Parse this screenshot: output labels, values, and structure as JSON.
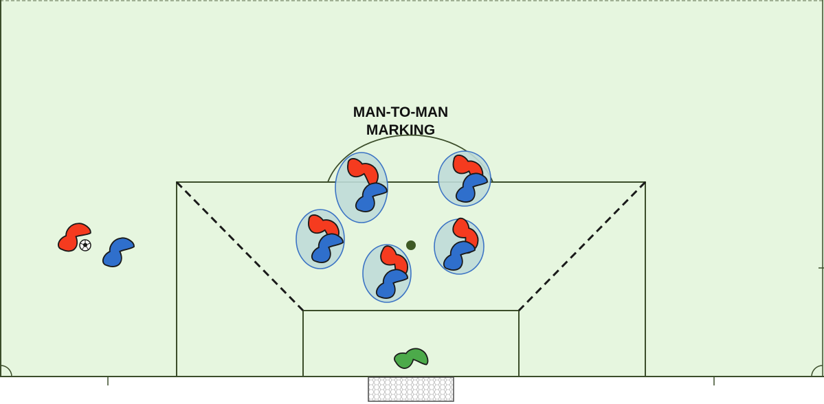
{
  "diagram": {
    "label_line1": "MAN-TO-MAN",
    "label_line2": "MARKING"
  },
  "colors": {
    "pitch": "#e6f6df",
    "lines": "#3b4d2a",
    "attacker": "#f53b1f",
    "defender": "#2f6fcc",
    "goalkeeper": "#4caa4a",
    "marking_zone": "#bfdbd8",
    "marking_zone_stroke": "#3b73c4",
    "penalty_spot": "#3f5a26"
  },
  "players": {
    "marking_pairs": 5,
    "attacker_with_ball": 1,
    "free_defender": 1,
    "goalkeeper": 1
  }
}
